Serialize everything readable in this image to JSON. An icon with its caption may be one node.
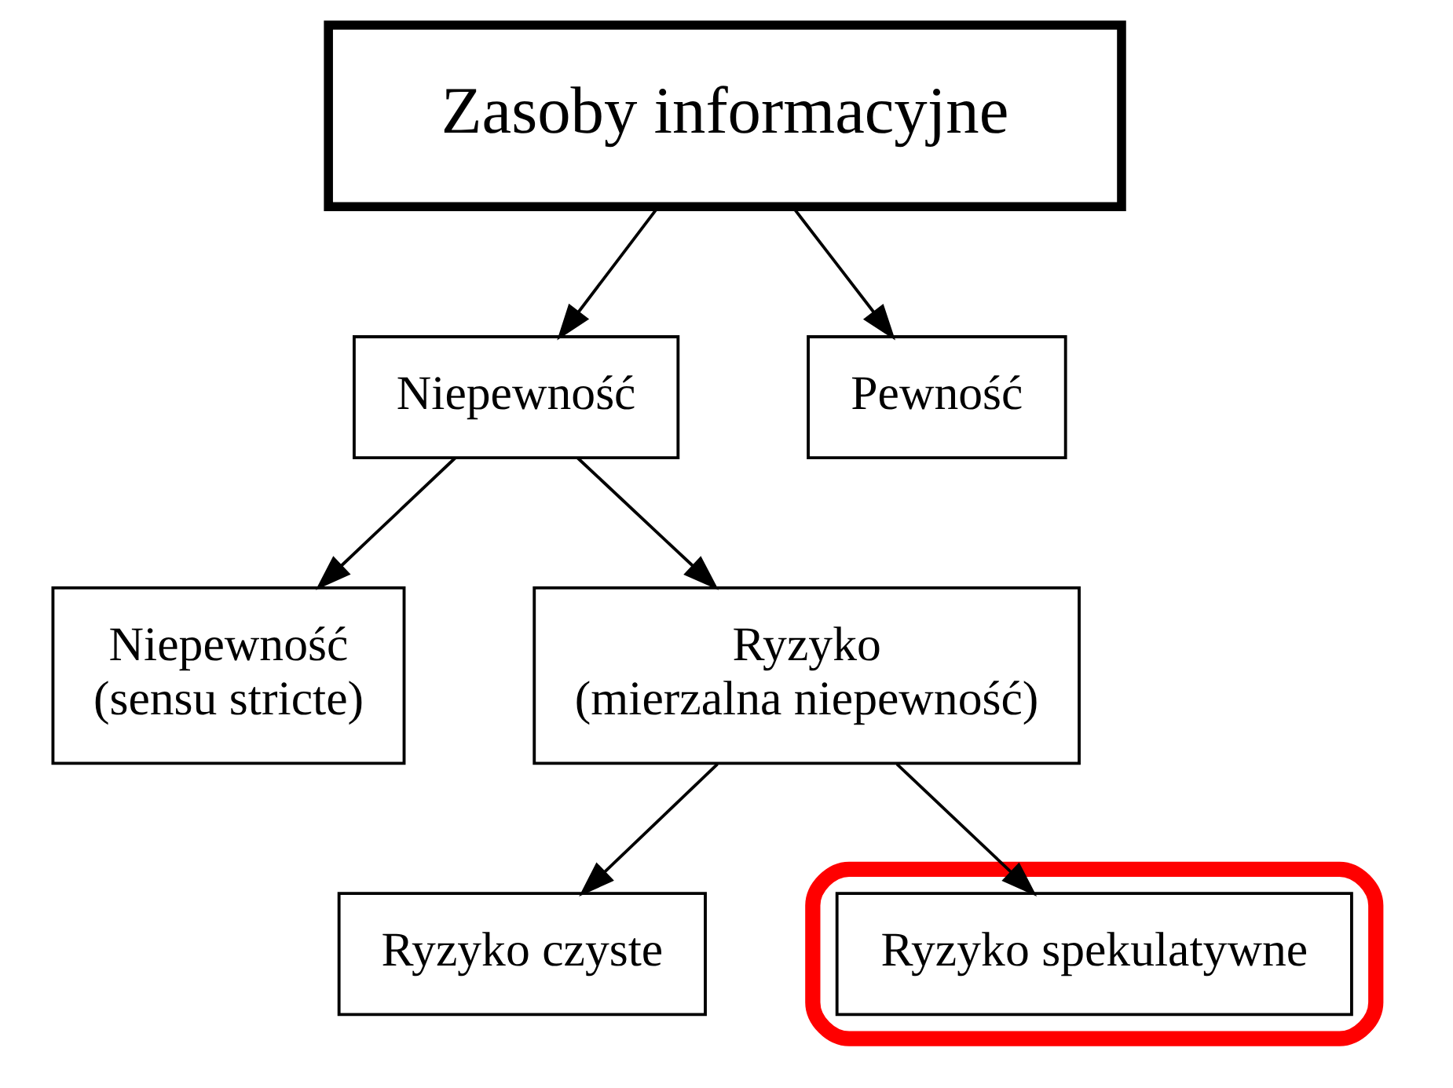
{
  "diagram": {
    "nodes": [
      {
        "text": [
          "Zasoby informacyjne"
        ]
      },
      {
        "text": [
          "Niepewność"
        ]
      },
      {
        "text": [
          "Pewność"
        ]
      },
      {
        "text": [
          "Niepewność",
          "(sensu stricte)"
        ]
      },
      {
        "text": [
          "Ryzyko",
          "(mierzalna niepewność)"
        ]
      },
      {
        "text": [
          "Ryzyko czyste"
        ]
      },
      {
        "text": [],
        "shape": "ellipse"
      },
      {
        "text": [
          "Ryzyko spekulatywne"
        ],
        "in": 6
      }
    ],
    "edges": [
      {
        "from": 0,
        "to": 1,
        "arrow": "to"
      },
      {
        "from": 0,
        "to": 2,
        "arrow": "to"
      },
      {
        "from": 1,
        "to": 3,
        "arrow": "to"
      },
      {
        "from": 1,
        "to": 4,
        "arrow": "to"
      },
      {
        "from": 4,
        "to": 5,
        "arrow": "to"
      },
      {
        "from": 4,
        "to": 7,
        "arrow": "to"
      }
    ]
  }
}
